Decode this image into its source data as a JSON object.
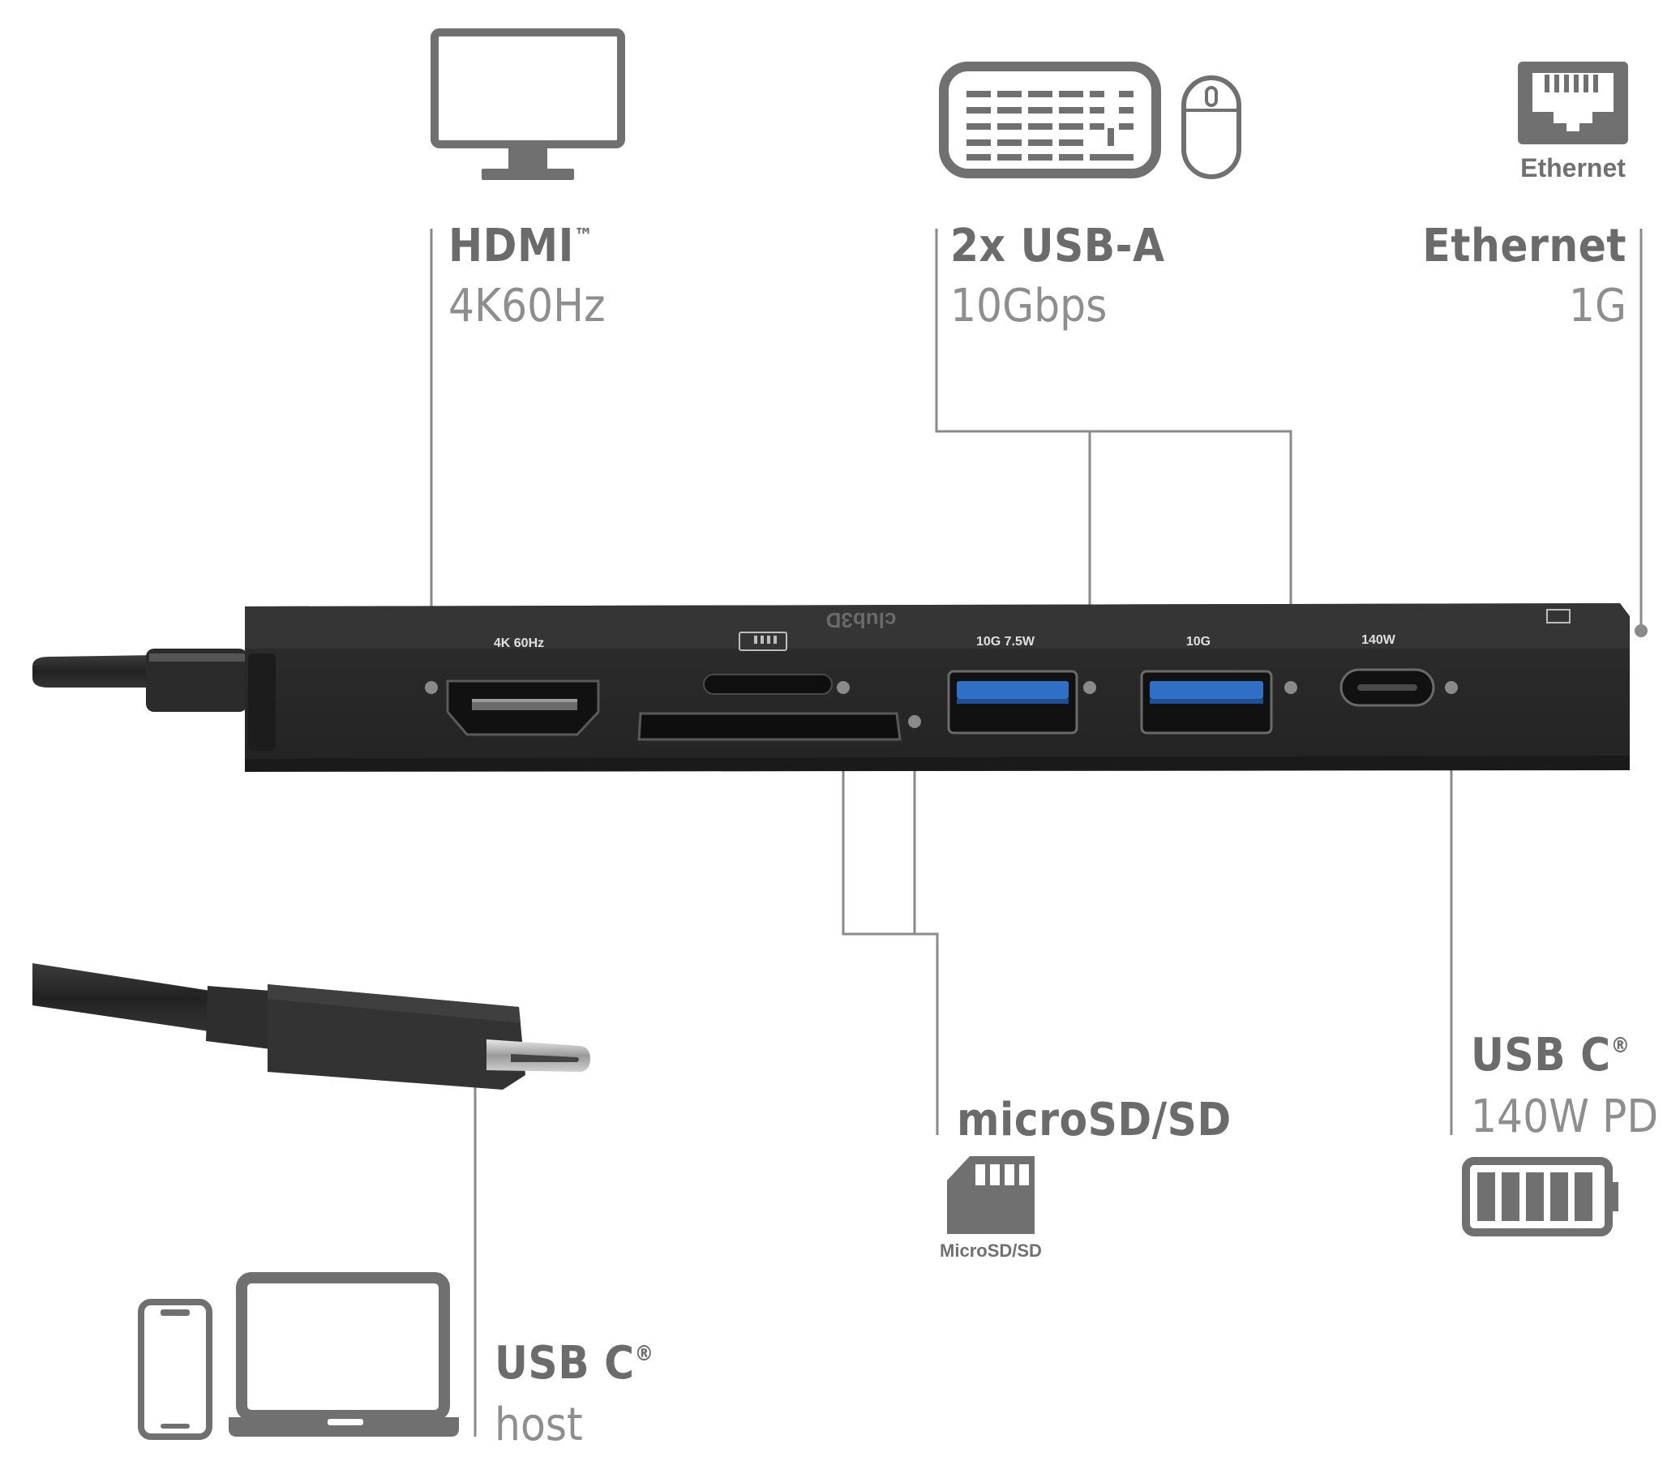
{
  "labels": {
    "hdmi": {
      "title": "HDMI",
      "mark": "™",
      "subtitle": "4K60Hz"
    },
    "usba": {
      "title": "2x USB-A",
      "subtitle": "10Gbps"
    },
    "ethernet": {
      "title": "Ethernet",
      "subtitle": "1G",
      "icon_caption": "Ethernet"
    },
    "sd": {
      "title": "microSD/SD",
      "icon_caption": "MicroSD/SD"
    },
    "usbc_pd": {
      "title": "USB C",
      "mark": "®",
      "subtitle": "140W PD"
    },
    "usbc_host": {
      "title": "USB C",
      "mark": "®",
      "subtitle": "host"
    }
  },
  "device": {
    "brand": "club3D",
    "port_labels": [
      "4K 60Hz",
      "10G 7.5W",
      "10G",
      "140W"
    ]
  },
  "icons": [
    "monitor-icon",
    "keyboard-icon",
    "mouse-icon",
    "ethernet-icon",
    "sd-card-icon",
    "battery-icon",
    "phone-icon",
    "laptop-icon"
  ],
  "colors": {
    "icon": "#707070",
    "title": "#6b6b6b",
    "subtitle": "#8e8e8e",
    "device": "#2b2b2b",
    "usb_blue": "#2f6fc4"
  }
}
